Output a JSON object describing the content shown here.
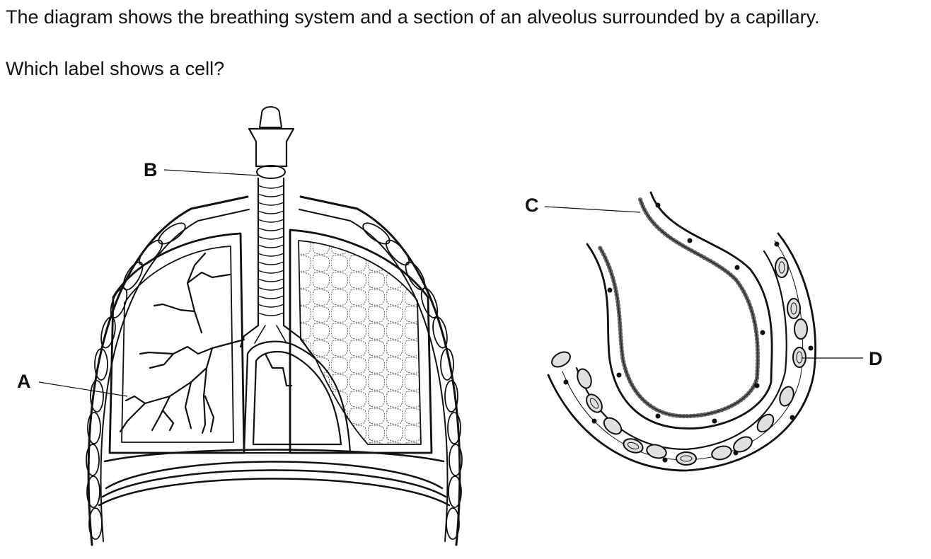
{
  "question": {
    "intro": "The diagram shows the breathing system and a section of an alveolus surrounded by a capillary.",
    "prompt": "Which label shows a cell?"
  },
  "labels": {
    "a": "A",
    "b": "B",
    "c": "C",
    "d": "D"
  }
}
